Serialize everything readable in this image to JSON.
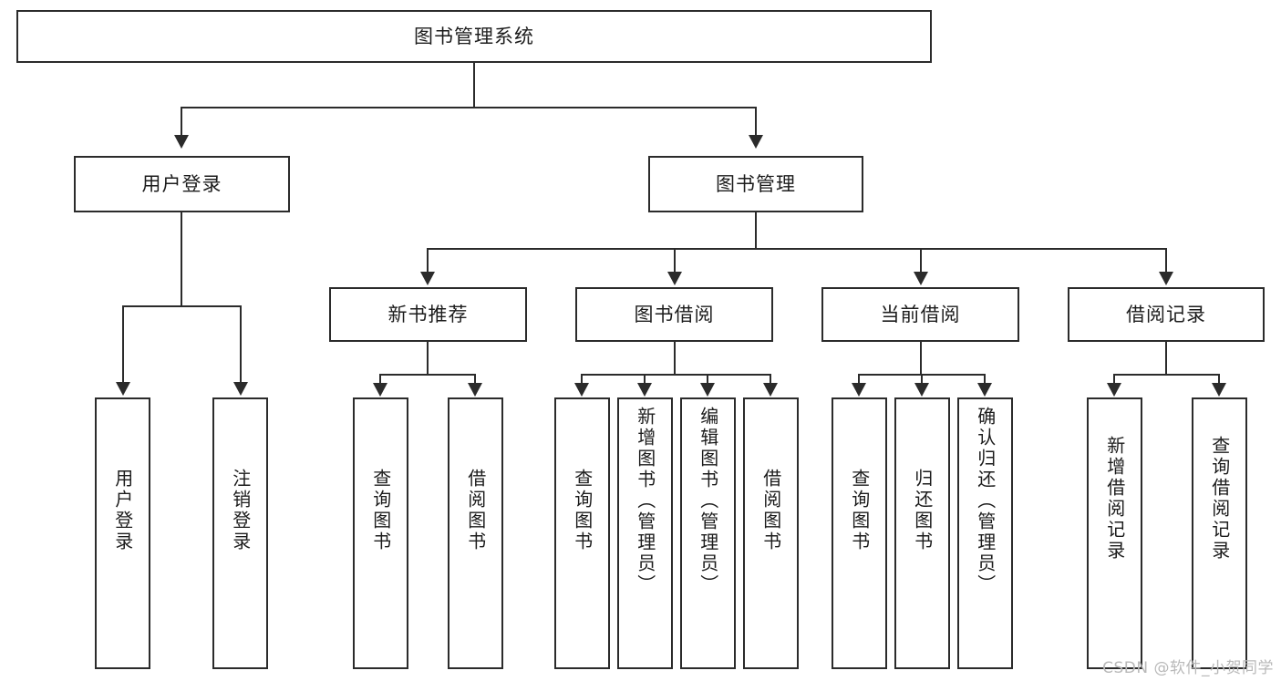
{
  "diagram": {
    "type": "tree-hierarchy-chart",
    "title": "图书管理系统",
    "root": {
      "label": "图书管理系统"
    },
    "level2": [
      {
        "label": "用户登录"
      },
      {
        "label": "图书管理"
      }
    ],
    "level3": [
      {
        "label": "新书推荐"
      },
      {
        "label": "图书借阅"
      },
      {
        "label": "当前借阅"
      },
      {
        "label": "借阅记录"
      }
    ],
    "leaves": {
      "user_login": [
        {
          "label": "用户登录"
        },
        {
          "label": "注销登录"
        }
      ],
      "new_book_recommend": [
        {
          "label": "查询图书"
        },
        {
          "label": "借阅图书"
        }
      ],
      "book_borrow": [
        {
          "label": "查询图书"
        },
        {
          "label": "新增图书（管理员）"
        },
        {
          "label": "编辑图书（管理员）"
        },
        {
          "label": "借阅图书"
        }
      ],
      "current_borrow": [
        {
          "label": "查询图书"
        },
        {
          "label": "归还图书"
        },
        {
          "label": "确认归还（管理员）"
        }
      ],
      "borrow_record": [
        {
          "label": "新增借阅记录"
        },
        {
          "label": "查询借阅记录"
        }
      ]
    }
  },
  "watermark": {
    "text": "CSDN @软件_小贺同学"
  },
  "colors": {
    "border": "#2b2b2b",
    "background": "#ffffff",
    "text": "#1c1c1c",
    "watermark": "#b9b9b9"
  }
}
